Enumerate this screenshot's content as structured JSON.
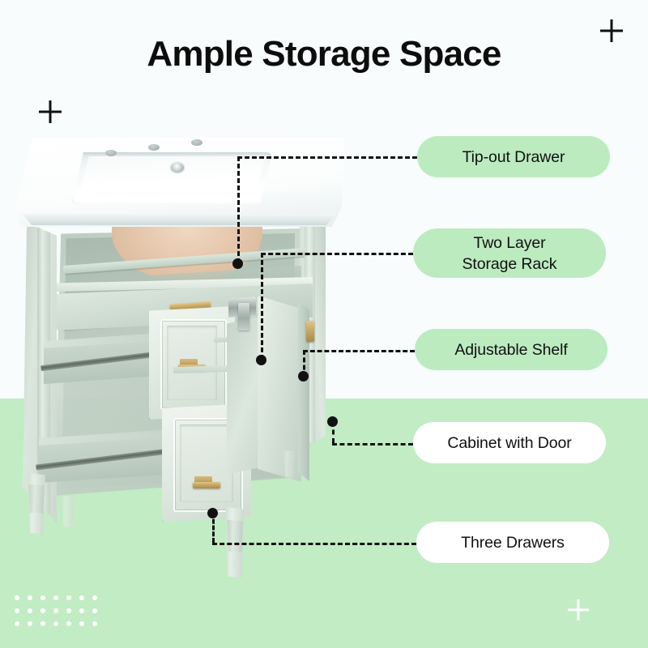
{
  "page": {
    "title": "Ample Storage Space",
    "bg_top_color": "#F8FCFD",
    "bg_bottom_color": "#C2ECC4",
    "accent_green": "#BCEBC0",
    "text_color": "#111111"
  },
  "decor": {
    "plus_marks": [
      {
        "name": "plus-top-right",
        "color": "#111111"
      },
      {
        "name": "plus-top-left",
        "color": "#111111"
      },
      {
        "name": "plus-bottom-right",
        "color": "#FFFFFF"
      }
    ],
    "dot_grid": {
      "rows": 3,
      "cols": 7,
      "color": "#FFFFFF"
    }
  },
  "callouts": [
    {
      "id": "tip-out-drawer",
      "label": "Tip-out Drawer",
      "style": "green"
    },
    {
      "id": "two-layer-rack",
      "label": "Two Layer\nStorage Rack",
      "style": "green"
    },
    {
      "id": "adjustable-shelf",
      "label": "Adjustable Shelf",
      "style": "green"
    },
    {
      "id": "cabinet-with-door",
      "label": "Cabinet with Door",
      "style": "white"
    },
    {
      "id": "three-drawers",
      "label": "Three Drawers",
      "style": "white"
    }
  ],
  "product": {
    "name": "bathroom-vanity",
    "description": "Sage green single-sink bathroom vanity shown open with drawers extended, cabinet door swung out and tip-out drawer tilted forward",
    "countertop": "white ceramic integrated sink top",
    "faucet_holes": 3,
    "drawers": 3,
    "doors": 1,
    "legs": 4,
    "hardware_finish": "brass",
    "cabinet_color": "#CFDCD1"
  }
}
